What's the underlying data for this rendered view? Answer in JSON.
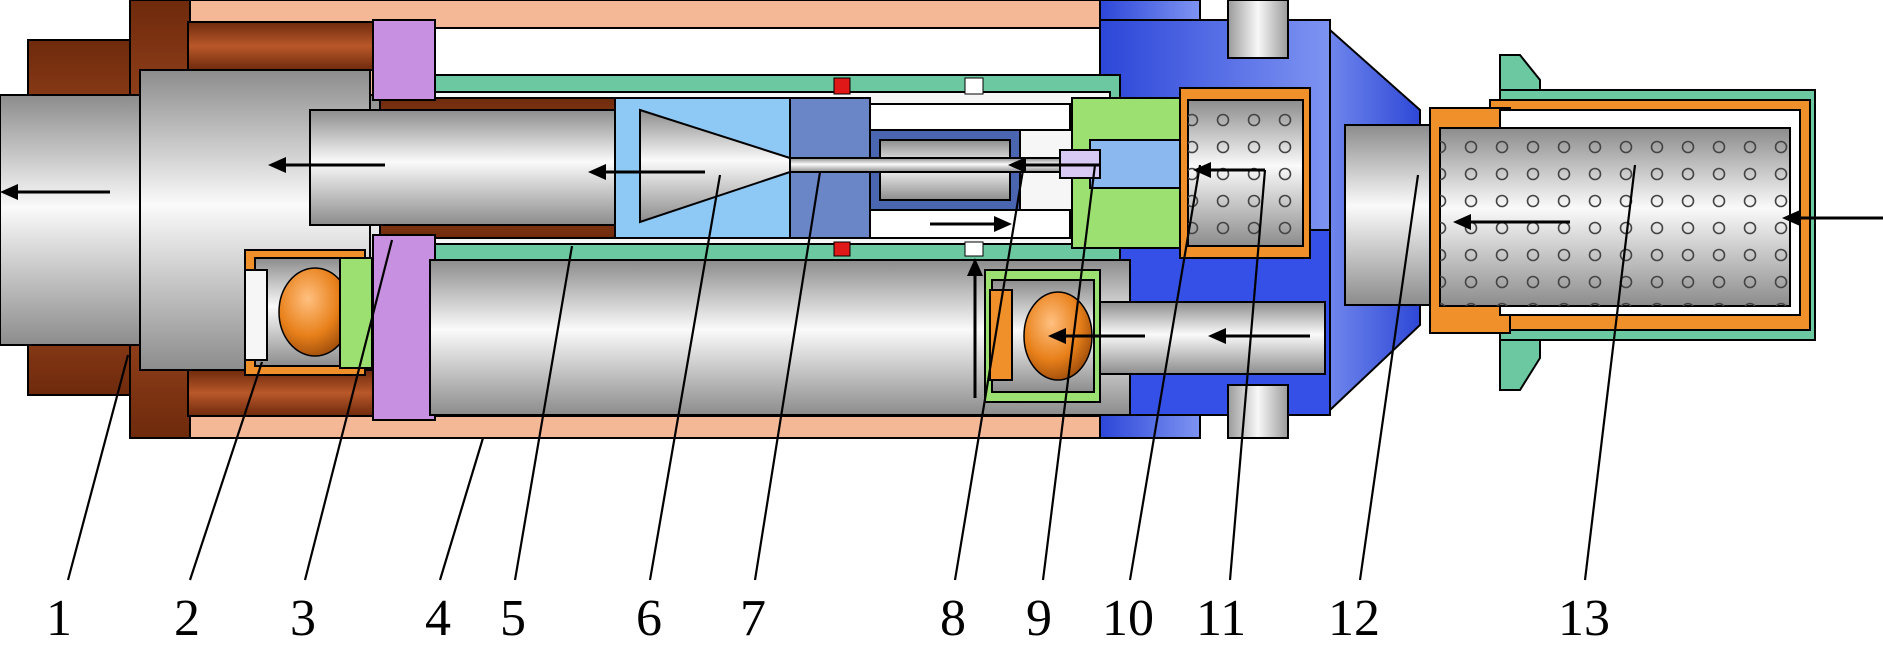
{
  "diagram": {
    "part_labels": [
      "1",
      "2",
      "3",
      "4",
      "5",
      "6",
      "7",
      "8",
      "9",
      "10",
      "11",
      "12",
      "13"
    ],
    "colors": {
      "body_shell": "#F4B896",
      "brass": "#8E3A14",
      "steel_light": "#F2F2F2",
      "steel_dark": "#8A8A8A",
      "blue_block": "#3B59E8",
      "light_blue": "#8EC8F4",
      "green_tube": "#6BC8A0",
      "orange": "#F0902A",
      "purple": "#C890E0",
      "lime": "#9BE070",
      "red_seal": "#E01818",
      "ball": "#E8801A"
    }
  }
}
